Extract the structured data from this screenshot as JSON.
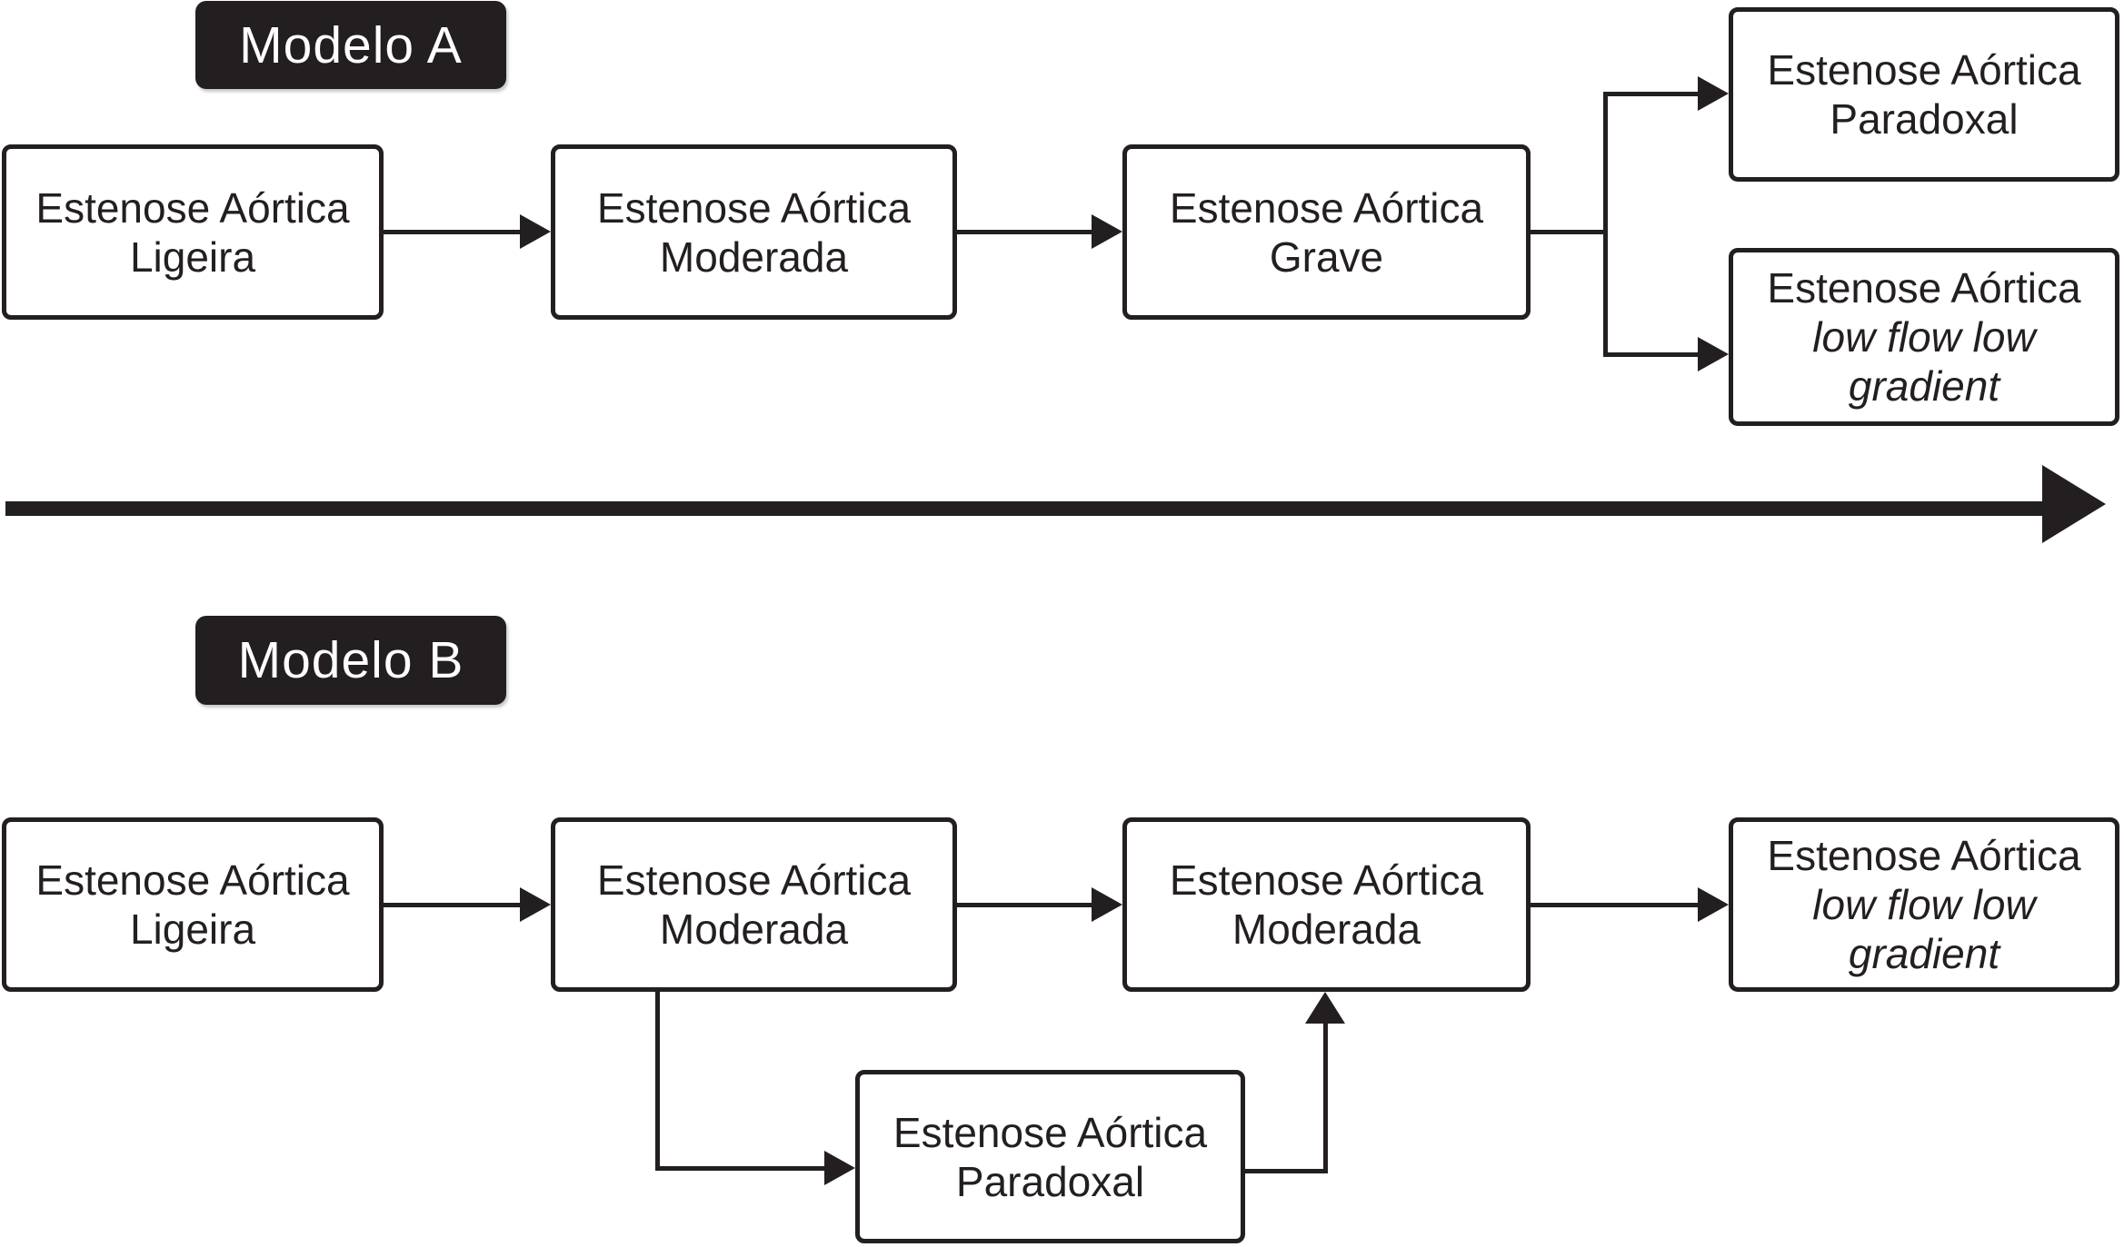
{
  "colors": {
    "ink": "#231f20",
    "paper": "#ffffff",
    "label_text": "#ffffff"
  },
  "model_a": {
    "label": "Modelo A",
    "nodes": {
      "ligeira": {
        "line1": "Estenose Aórtica",
        "line2": "Ligeira"
      },
      "moderada": {
        "line1": "Estenose Aórtica",
        "line2": "Moderada"
      },
      "grave": {
        "line1": "Estenose Aórtica",
        "line2": "Grave"
      },
      "paradoxal": {
        "line1": "Estenose Aórtica",
        "line2": "Paradoxal"
      },
      "low_flow": {
        "line1": "Estenose Aórtica",
        "line2": "low flow low",
        "line3": "gradient"
      }
    }
  },
  "model_b": {
    "label": "Modelo B",
    "nodes": {
      "ligeira": {
        "line1": "Estenose Aórtica",
        "line2": "Ligeira"
      },
      "moderada_1": {
        "line1": "Estenose Aórtica",
        "line2": "Moderada"
      },
      "moderada_2": {
        "line1": "Estenose Aórtica",
        "line2": "Moderada"
      },
      "low_flow": {
        "line1": "Estenose Aórtica",
        "line2": "low flow low",
        "line3": "gradient"
      },
      "paradoxal": {
        "line1": "Estenose Aórtica",
        "line2": "Paradoxal"
      }
    }
  }
}
